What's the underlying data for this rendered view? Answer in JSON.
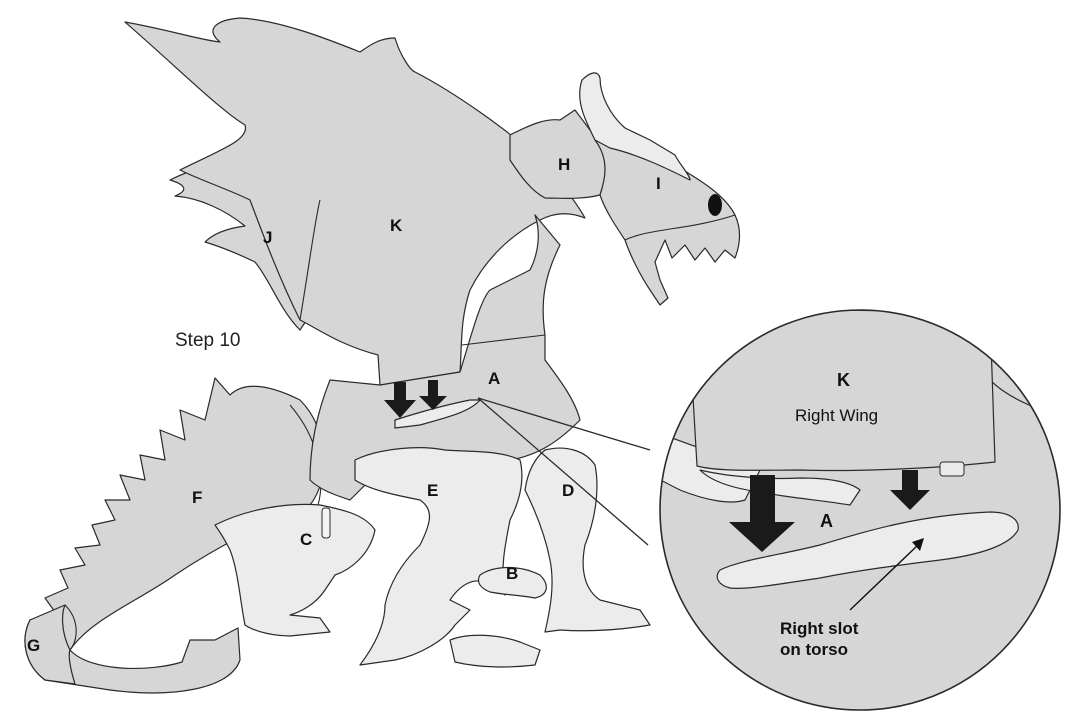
{
  "step_label": "Step 10",
  "part_labels": {
    "A": "A",
    "B": "B",
    "C": "C",
    "D": "D",
    "E": "E",
    "F": "F",
    "G": "G",
    "H": "H",
    "I": "I",
    "J": "J",
    "K": "K"
  },
  "zoom": {
    "part_letter": "K",
    "part_name": "Right Wing",
    "torso_letter": "A",
    "note_line1": "Right slot",
    "note_line2": "on torso"
  },
  "colors": {
    "part_fill": "#d6d6d6",
    "light_fill": "#ececec",
    "stroke": "#2a2a2a",
    "arrow": "#1a1a1a"
  }
}
